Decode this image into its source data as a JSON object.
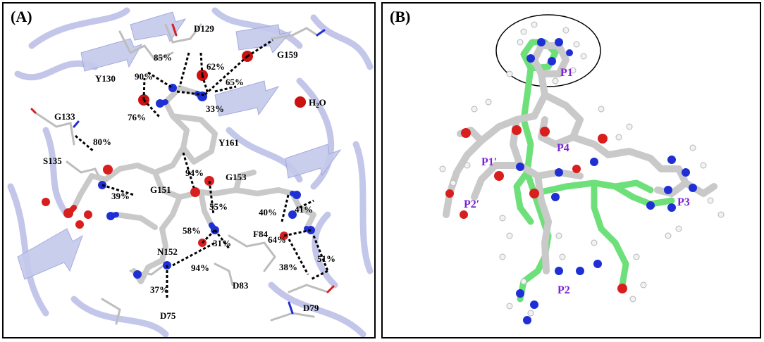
{
  "panel_a": {
    "label": "(A)",
    "residues": [
      "D129",
      "G159",
      "Y130",
      "G133",
      "S135",
      "Y161",
      "G153",
      "G151",
      "F84",
      "N152",
      "D83",
      "D75",
      "D79"
    ],
    "percentages": [
      "85%",
      "62%",
      "90%",
      "65%",
      "33%",
      "76%",
      "80%",
      "94%",
      "39%",
      "55%",
      "40%",
      "41%",
      "58%",
      "31%",
      "64%",
      "94%",
      "38%",
      "51%",
      "37%"
    ],
    "legend": {
      "water_prefix": "H",
      "water_sub": "2",
      "water_suffix": "O"
    }
  },
  "panel_b": {
    "label": "(B)",
    "pocket_labels": [
      "P1",
      "P4",
      "P1′",
      "P2′",
      "P3",
      "P2"
    ]
  },
  "colors": {
    "cartoon": "#c5c9ec",
    "cartoon_edge": "#9da3da",
    "carbon": "#c9c9c9",
    "nitrogen": "#1f2fd6",
    "oxygen": "#d91e1e",
    "green": "#6ee07a",
    "water": "#cc1111",
    "pocket_text": "#7a22d6"
  }
}
